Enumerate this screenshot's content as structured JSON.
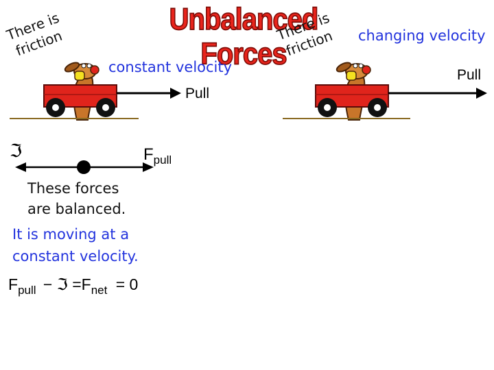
{
  "title": "Unbalanced Forces",
  "left": {
    "friction_note": [
      "There is",
      "friction"
    ],
    "velocity_label": "constant velocity",
    "pull_label": "Pull"
  },
  "right": {
    "friction_note": [
      "There is",
      "friction"
    ],
    "velocity_label": "changing velocity",
    "pull_label": "Pull"
  },
  "force_diagram": {
    "friction_symbol": "ℑ",
    "pull_force_main": "F",
    "pull_force_sub": "pull"
  },
  "balanced_text": [
    "These forces",
    "are balanced."
  ],
  "moving_text": [
    "It is moving at a",
    "constant velocity."
  ],
  "equation": {
    "f1": "F",
    "f1_sub": "pull",
    "minus": "−",
    "friction": "ℑ",
    "eq1": "=",
    "f2": "F",
    "f2_sub": "net",
    "eq2": "=",
    "zero": "0"
  },
  "colors": {
    "title": "#e8241c",
    "blue_text": "#2233dd",
    "wagon": "#e0241c",
    "ground": "#8a6a22"
  }
}
